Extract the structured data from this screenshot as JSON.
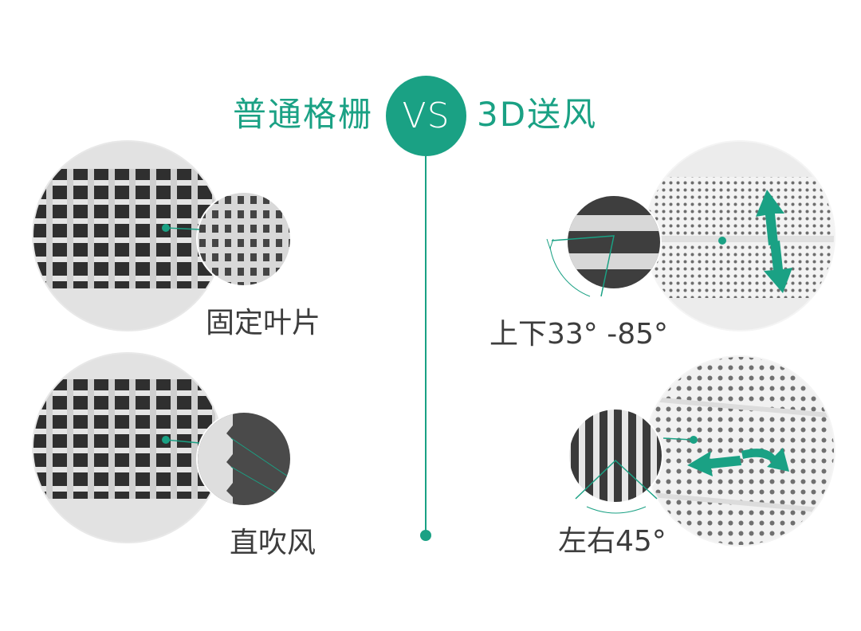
{
  "colors": {
    "accent": "#1aa184",
    "text": "#3d3d3d",
    "grille_dark": "#3c3c3c",
    "grille_light": "#ececec"
  },
  "header": {
    "left_title": "普通格栅",
    "vs_label": "VS",
    "right_title": "3D送风"
  },
  "left": {
    "panel1_caption": "固定叶片",
    "panel2_caption": "直吹风"
  },
  "right": {
    "panel1_caption": "上下33° -85°",
    "panel2_caption": "左右45°"
  },
  "icons": [
    "vertical-swing-arrow-icon",
    "horizontal-swing-arrow-icon"
  ]
}
